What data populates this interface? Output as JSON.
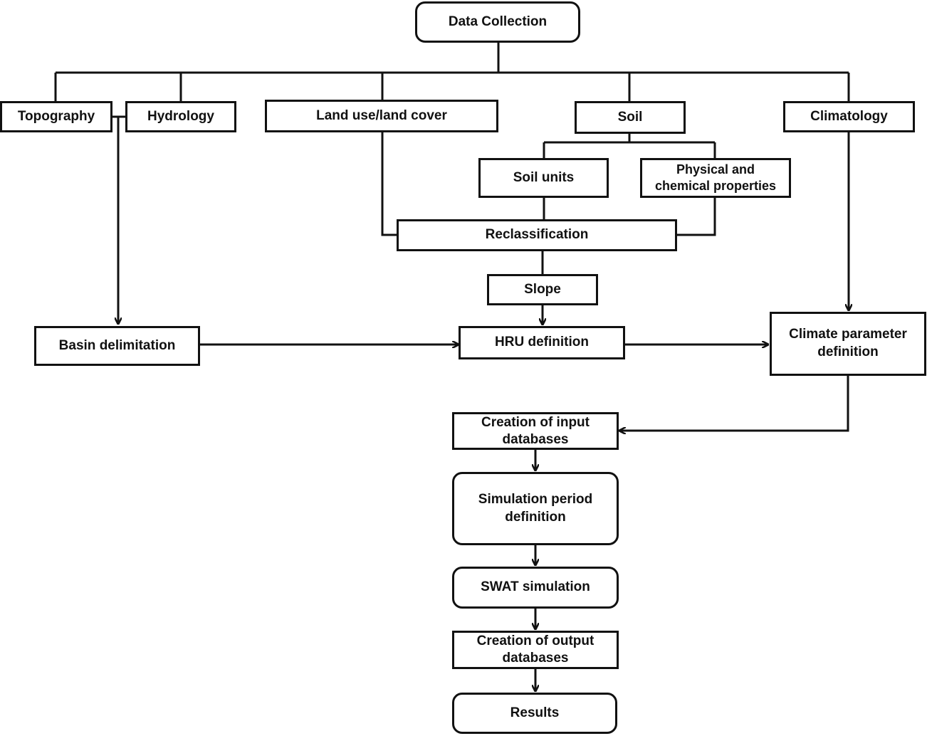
{
  "nodes": {
    "data_collection": "Data Collection",
    "topography": "Topography",
    "hydrology": "Hydrology",
    "land_use": "Land use/land cover",
    "soil": "Soil",
    "climatology": "Climatology",
    "soil_units": "Soil units",
    "physical_chemical": "Physical and\nchemical properties",
    "reclassification": "Reclassification",
    "slope": "Slope",
    "basin_delimitation": "Basin delimitation",
    "hru_definition": "HRU definition",
    "climate_parameter": "Climate parameter\ndefinition",
    "input_databases": "Creation of input\ndatabases",
    "simulation_period": "Simulation period\ndefinition",
    "swat_simulation": "SWAT simulation",
    "output_databases": "Creation of output\ndatabases",
    "results": "Results"
  },
  "colors": {
    "line": "#111111",
    "box_fill": "#ffffff"
  }
}
